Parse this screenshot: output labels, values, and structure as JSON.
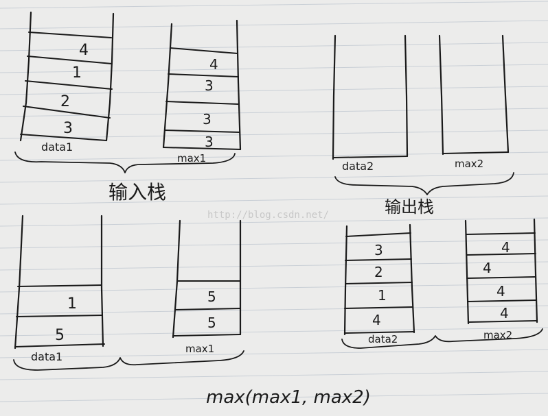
{
  "watermark": "http://blog.csdn.net/",
  "colors": {
    "ink": "#1a1a1a",
    "paper": "#ececeb",
    "rule": "#c9cfd6"
  },
  "top": {
    "input_group": {
      "label": "输入栈",
      "data1": {
        "label": "data1",
        "items": [
          "4",
          "1",
          "2",
          "3"
        ]
      },
      "max1": {
        "label": "max1",
        "items": [
          "4",
          "3",
          "3",
          "3"
        ]
      }
    },
    "output_group": {
      "label": "输出栈",
      "data2": {
        "label": "data2",
        "items": []
      },
      "max2": {
        "label": "max2",
        "items": []
      }
    }
  },
  "bottom": {
    "input_group": {
      "data1": {
        "label": "data1",
        "items": [
          "1",
          "5"
        ]
      },
      "max1": {
        "label": "max1",
        "items": [
          "5",
          "5"
        ]
      }
    },
    "output_group": {
      "data2": {
        "label": "data2",
        "items": [
          "3",
          "2",
          "1",
          "4"
        ]
      },
      "max2": {
        "label": "max2",
        "items": [
          "4",
          "4",
          "4",
          "4"
        ]
      }
    },
    "formula": "max(max1, max2)"
  }
}
